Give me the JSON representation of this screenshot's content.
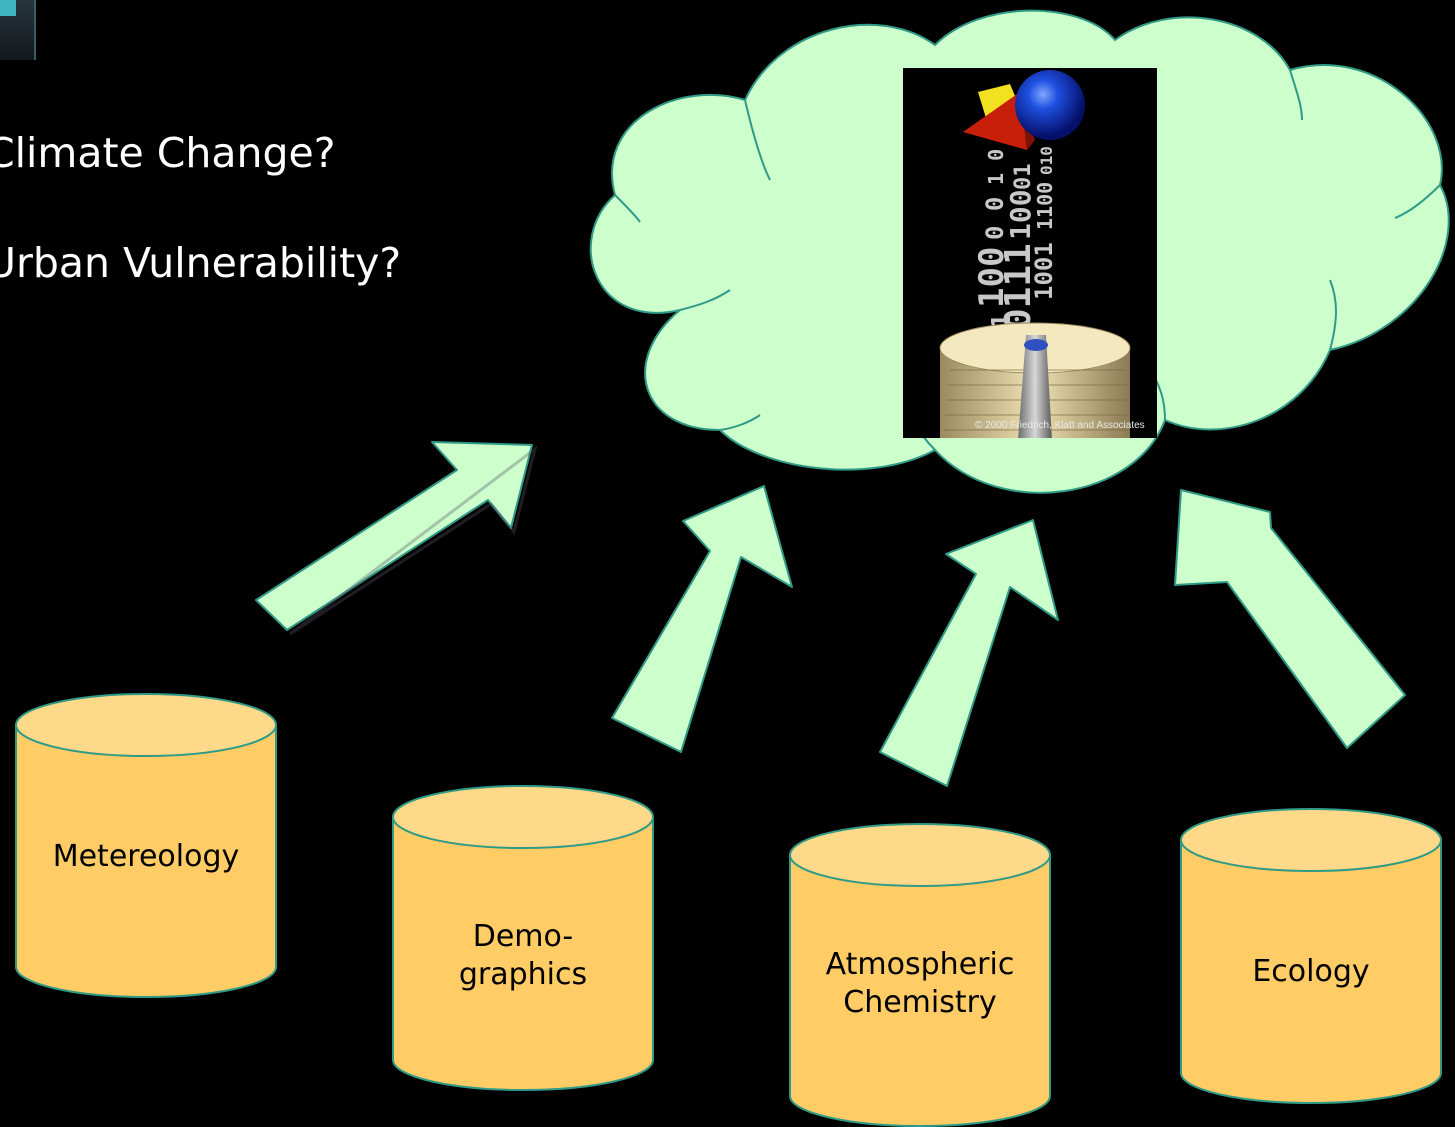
{
  "questions": {
    "climate_change": "Climate Change?",
    "urban_vulnerability": "Urban Vulnerability?"
  },
  "data_sources": {
    "metereology": "Metereology",
    "demographics": "Demo-\ngraphics",
    "atmospheric_chemistry": "Atmospheric\nChemistry",
    "ecology": "Ecology"
  },
  "cloud_image": {
    "credit": "© 2000 Friedrich, Klatt and Associates"
  },
  "colors": {
    "background": "#000000",
    "cloud_fill": "#ccffcc",
    "arrow_fill": "#ccffcc",
    "cylinder_fill": "#ffcc66",
    "cylinder_top": "#ffd98a",
    "outline": "#2f9a86"
  }
}
